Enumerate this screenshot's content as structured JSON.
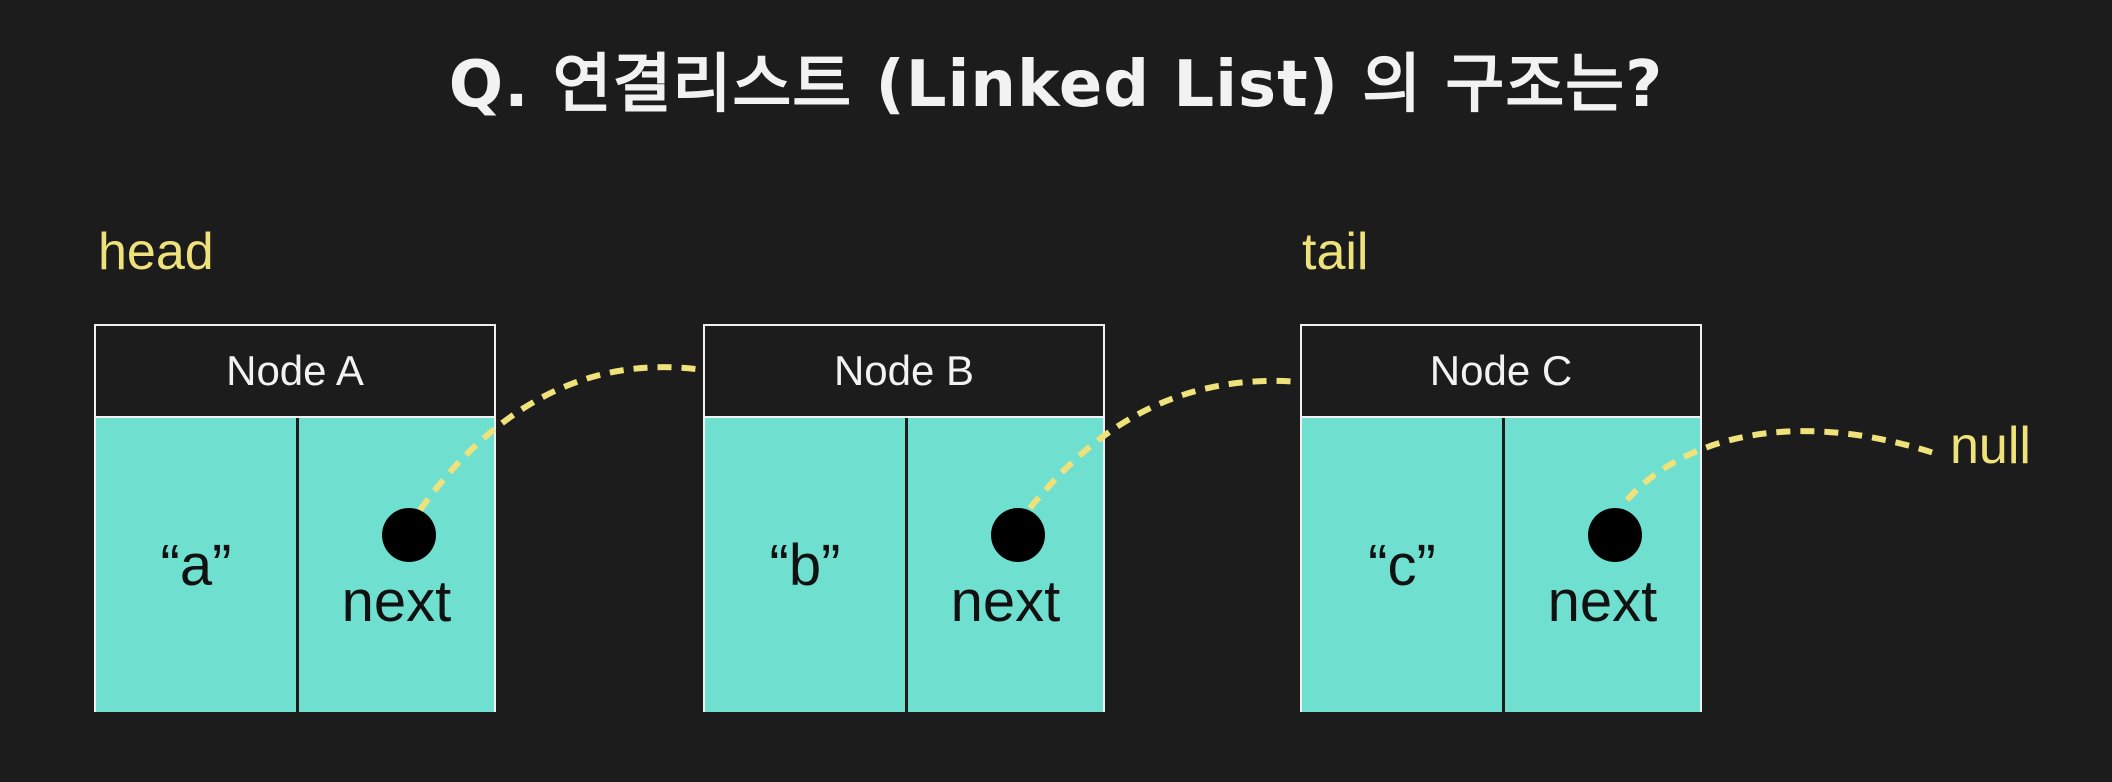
{
  "title": "Q. 연결리스트 (Linked List) 의 구조는?",
  "labels": {
    "head": "head",
    "tail": "tail",
    "null": "null"
  },
  "nodes": [
    {
      "name": "Node A",
      "value": "“a”",
      "pointer": "next"
    },
    {
      "name": "Node B",
      "value": "“b”",
      "pointer": "next"
    },
    {
      "name": "Node C",
      "value": "“c”",
      "pointer": "next"
    }
  ],
  "colors": {
    "background": "#1c1c1c",
    "node_body": "#6fe0cf",
    "link": "#efe27a",
    "label": "#efe27a"
  }
}
